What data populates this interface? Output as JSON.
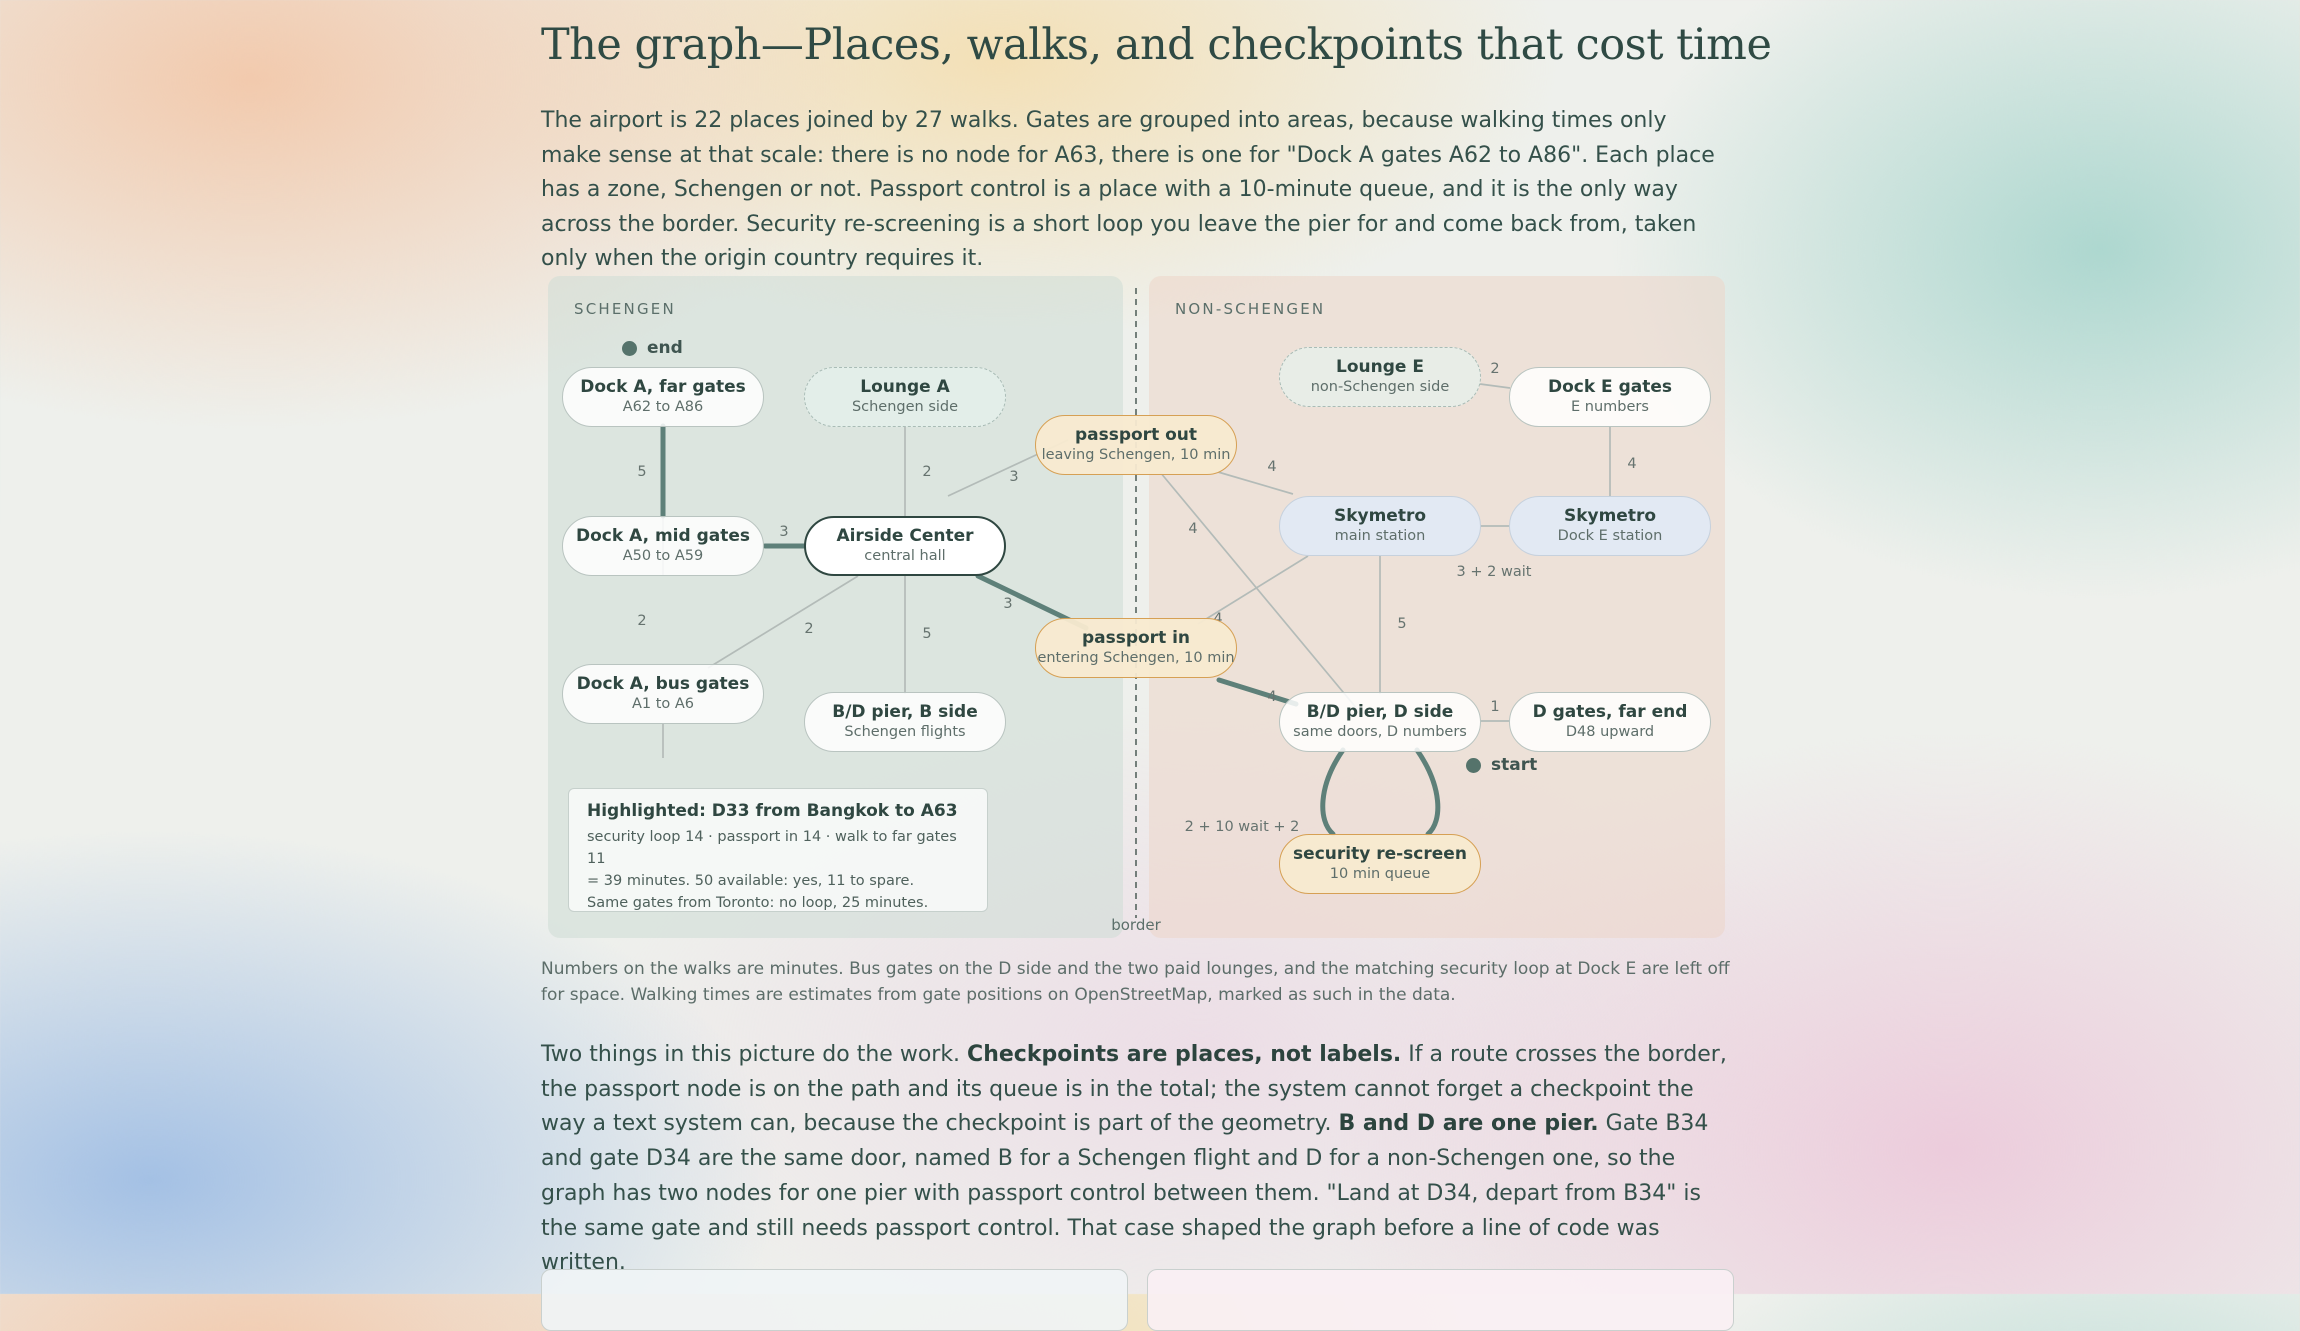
{
  "heading": "The graph—Places, walks, and checkpoints that cost time",
  "intro": "The airport is 22 places joined by 27 walks. Gates are grouped into areas, because walking times only make sense at that scale: there is no node for A63, there is one for \"Dock A gates A62 to A86\". Each place has a zone, Schengen or not. Passport control is a place with a 10-minute queue, and it is the only way across the border. Security re-screening is a short loop you leave the pier for and come back from, taken only when the origin country requires it.",
  "diagram": {
    "zones": {
      "schengen": "SCHENGEN",
      "non_schengen": "NON-SCHENGEN"
    },
    "border_label": "border",
    "markers": {
      "end": "end",
      "start": "start"
    },
    "nodes": {
      "dock_a_far": {
        "title": "Dock A, far gates",
        "sub": "A62 to A86"
      },
      "lounge_a": {
        "title": "Lounge A",
        "sub": "Schengen side"
      },
      "dock_a_mid": {
        "title": "Dock A, mid gates",
        "sub": "A50 to A59"
      },
      "airside": {
        "title": "Airside Center",
        "sub": "central hall"
      },
      "dock_a_bus": {
        "title": "Dock A, bus gates",
        "sub": "A1 to A6"
      },
      "bd_b": {
        "title": "B/D pier, B side",
        "sub": "Schengen flights"
      },
      "passport_out": {
        "title": "passport out",
        "sub": "leaving Schengen, 10 min"
      },
      "passport_in": {
        "title": "passport in",
        "sub": "entering Schengen, 10 min"
      },
      "lounge_e": {
        "title": "Lounge E",
        "sub": "non-Schengen side"
      },
      "dock_e": {
        "title": "Dock E gates",
        "sub": "E numbers"
      },
      "skymetro_main": {
        "title": "Skymetro",
        "sub": "main station"
      },
      "skymetro_e": {
        "title": "Skymetro",
        "sub": "Dock E station"
      },
      "bd_d": {
        "title": "B/D pier, D side",
        "sub": "same doors, D numbers"
      },
      "d_far": {
        "title": "D gates, far end",
        "sub": "D48 upward"
      },
      "security": {
        "title": "security re-screen",
        "sub": "10 min queue"
      }
    },
    "edge_labels": {
      "far_mid": "5",
      "mid_air": "3",
      "mid_bus": "2",
      "lounge_air": "2",
      "air_pout": "3",
      "air_bus": "2",
      "air_bdb": "5",
      "air_pin": "3",
      "pout_sky": "4",
      "pout_bdd": "4",
      "pin_bdd": "4",
      "sky_pin": "4",
      "sky_bdd": "5",
      "loungee_docke": "2",
      "docke_skye": "4",
      "sky_skye": "3 + 2 wait",
      "bdd_dfar": "1",
      "sec_loop": "2 + 10 wait + 2"
    },
    "highlight": {
      "title": "Highlighted: D33 from Bangkok to A63",
      "lines": [
        "security loop 14 · passport in 14 · walk to far gates 11",
        "= 39 minutes. 50 available: yes, 11 to spare.",
        "Same gates from Toronto: no loop, 25 minutes."
      ]
    },
    "colors": {
      "highlight_path": "#5e8079",
      "plain_edge": "#b3bbb8",
      "checkpoint_border": "#d6a054"
    }
  },
  "caption": "Numbers on the walks are minutes. Bus gates on the D side and the two paid lounges, and the matching security loop at Dock E are left off for space. Walking times are estimates from gate positions on OpenStreetMap, marked as such in the data.",
  "body": {
    "p1": "Two things in this picture do the work. ",
    "b1": "Checkpoints are places, not labels.",
    "p2": " If a route crosses the border, the passport node is on the path and its queue is in the total; the system cannot forget a checkpoint the way a text system can, because the checkpoint is part of the geometry. ",
    "b2": "B and D are one pier.",
    "p3": " Gate B34 and gate D34 are the same door, named B for a Schengen flight and D for a non-Schengen one, so the graph has two nodes for one pier with passport control between them. \"Land at D34, depart from B34\" is the same gate and still needs passport control. That case shaped the graph before a line of code was written."
  }
}
